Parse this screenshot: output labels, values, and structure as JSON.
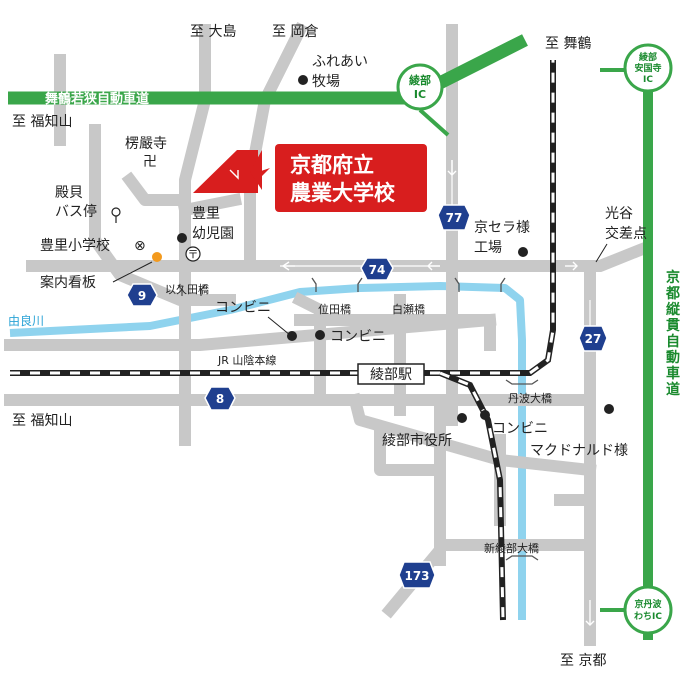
{
  "colors": {
    "road": "#c8c8c8",
    "expressway": "#3aa64a",
    "river": "#8fd3ee",
    "destination": "#d81e1e",
    "route_sign": "#1f3f8f",
    "poi": "#222222",
    "signboard": "#f39a1e"
  },
  "expressways": {
    "maizuru_wakasa": "舞鶴若狭自動車道",
    "kyoto_jukan": "京都縦貫自動車道"
  },
  "interchanges": {
    "ayabe_ic": [
      "綾部",
      "IC"
    ],
    "ayabe_ankokuji_ic": [
      "綾部",
      "安国寺",
      "IC"
    ],
    "kyotamba_wachi_ic": [
      "京丹波",
      "わちIC"
    ]
  },
  "directions": {
    "to_oshima": "至 大島",
    "to_okakura": "至 岡倉",
    "to_maizuru": "至 舞鶴",
    "to_fukuchiyama_upper": "至 福知山",
    "to_fukuchiyama_lower": "至 福知山",
    "to_kyoto": "至 京都"
  },
  "destination": {
    "line1": "京都府立",
    "line2": "農業大学校"
  },
  "poi": {
    "fureai_line1": "ふれあい",
    "fureai_line2": "牧場",
    "rogonji_line1": "楞嚴寺",
    "rogonji_symbol": "卍",
    "toyosato_kindergarten_line1": "豊里",
    "toyosato_kindergarten_line2": "幼児園",
    "post_symbol": "〒",
    "tonokai_bus_line1": "殿貝",
    "tonokai_bus_line2": "バス停",
    "toyosato_elementary": "豊里小学校",
    "school_symbol": "⊗",
    "signboard": "案内看板",
    "kyocera_line1": "京セラ様",
    "kyocera_line2": "工場",
    "koutani_line1": "光谷",
    "koutani_line2": "交差点",
    "conveni_1": "コンビニ",
    "conveni_2": "コンビニ",
    "conveni_3": "コンビニ",
    "city_office": "綾部市役所",
    "mcdonalds": "マクドナルド様",
    "station": "綾部駅",
    "jr_line": "JR 山陰本線"
  },
  "bridges": {
    "ikuta": "以久田橋",
    "ida": "位田橋",
    "shirase": "白瀬橋",
    "tanba": "丹波大橋",
    "shin_ayabe": "新綾部大橋"
  },
  "river": "由良川",
  "routes": {
    "r77": "77",
    "r74": "74",
    "r9": "9",
    "r27": "27",
    "r8": "8",
    "r173": "173"
  }
}
